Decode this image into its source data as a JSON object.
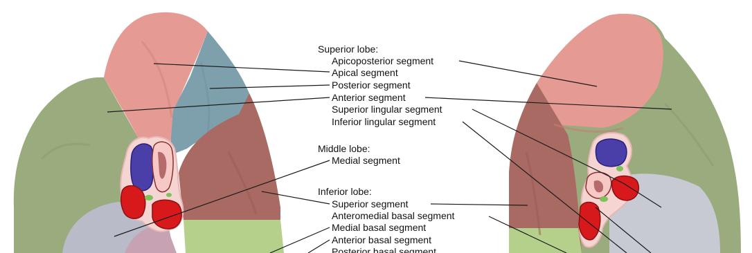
{
  "diagram": {
    "groups": [
      {
        "heading": "Superior lobe:",
        "segments": [
          "Apicoposterior segment",
          "Apical segment",
          "Posterior segment",
          "Anterior segment",
          "Superior lingular segment",
          "Inferior lingular segment"
        ]
      },
      {
        "heading": "Middle lobe:",
        "segments": [
          "Medial segment"
        ]
      },
      {
        "heading": "Inferior lobe:",
        "segments": [
          "Superior segment",
          "Anteromedial basal segment",
          "Medial basal segment",
          "Anterior basal segment",
          "Posterior basal segment"
        ]
      }
    ],
    "colors": {
      "apical_pink": "#e59b94",
      "posterior_blue": "#7ea0ad",
      "anterior_green": "#9aab7e",
      "superior_brown": "#a86a62",
      "medial_grey": "#b9bcc8",
      "lingular_green": "#a8c88a",
      "artery_red": "#d7191c",
      "vein_blue": "#4a3ea8",
      "bronchus_pink": "#f2c4c4"
    }
  }
}
